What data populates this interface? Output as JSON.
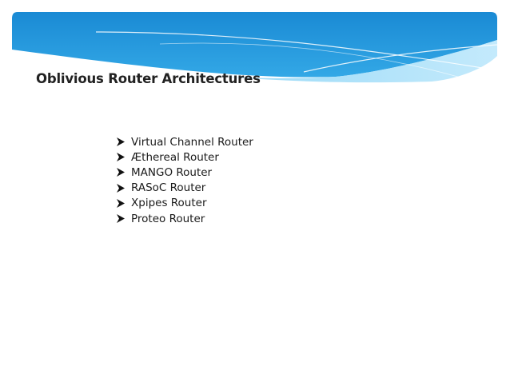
{
  "slide": {
    "title": "Oblivious Router Architectures",
    "bullet_icon": "arrowhead-bullet-icon",
    "items": [
      {
        "label": "Virtual Channel Router"
      },
      {
        "label": "Æthereal Router"
      },
      {
        "label": "MANGO Router"
      },
      {
        "label": "RASoC Router"
      },
      {
        "label": "Xpipes Router"
      },
      {
        "label": "Proteo Router"
      }
    ]
  },
  "colors": {
    "banner_dark": "#1e90d8",
    "banner_light": "#5fc2f0",
    "title_text": "#222222",
    "bullet_text": "#1a1a1a"
  }
}
